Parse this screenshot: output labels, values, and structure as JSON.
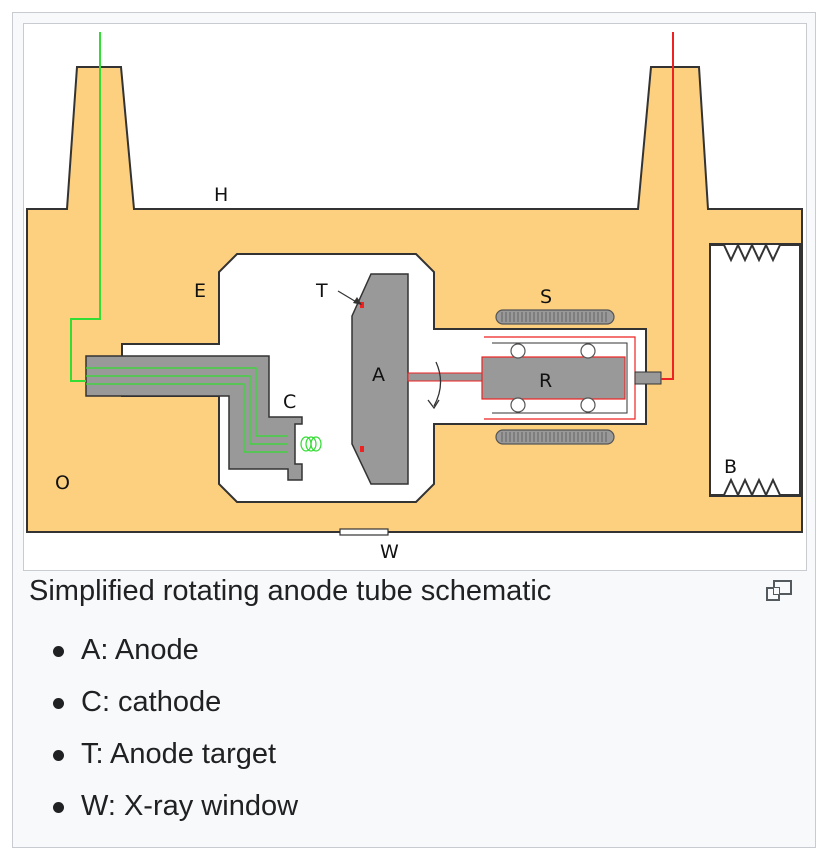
{
  "diagram": {
    "labels": {
      "H": "H",
      "E": "E",
      "T": "T",
      "S": "S",
      "A": "A",
      "R": "R",
      "C": "C",
      "B": "B",
      "O": "O",
      "W": "W"
    },
    "colors": {
      "housing": "#fdd07f",
      "housing_stroke": "#333333",
      "vacuum": "#ffffff",
      "parts": "#999999",
      "cathode_wire": "#33dd33",
      "anode_wire": "#ee2222",
      "target_spot": "#ee2222"
    }
  },
  "caption": "Simplified rotating anode tube schematic",
  "legend": [
    "A: Anode",
    "C: cathode",
    "T: Anode target",
    "W: X-ray window"
  ],
  "icons": {
    "magnify": "magnify-icon"
  }
}
